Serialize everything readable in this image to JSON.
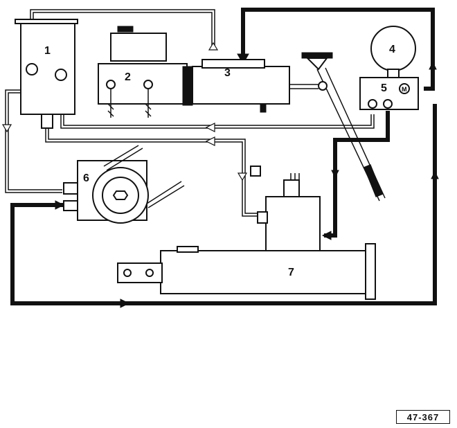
{
  "figure_ref": "47-367",
  "components": [
    {
      "key": "reservoir",
      "label": "1"
    },
    {
      "key": "master-cylinder",
      "label": "2"
    },
    {
      "key": "brake-booster-valve",
      "label": "3"
    },
    {
      "key": "accumulator",
      "label": "4"
    },
    {
      "key": "pressure-regulator",
      "label": "5"
    },
    {
      "key": "hydraulic-pump",
      "label": "6"
    },
    {
      "key": "power-steering-cylinder",
      "label": "7"
    }
  ]
}
